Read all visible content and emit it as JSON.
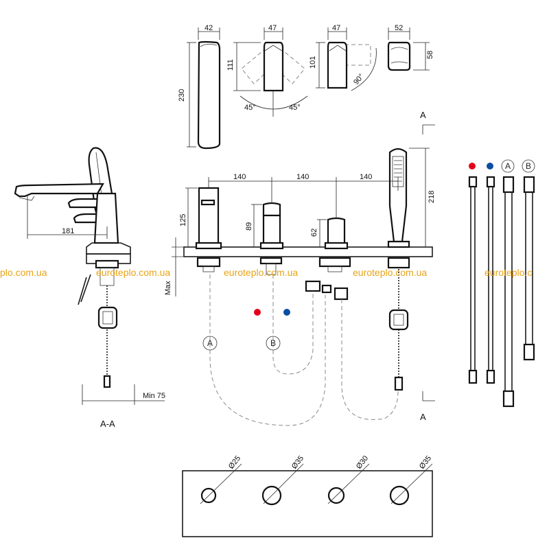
{
  "watermark": {
    "text_left": "plo.com.ua",
    "text": "euroteplo.com.ua",
    "text_right": "euroteplo.c",
    "color": "#e8a317"
  },
  "dimensions": {
    "spout_width": "42",
    "spout_height": "230",
    "lever_width": "47",
    "lever_height_1": "111",
    "angle_left": "45°",
    "angle_right": "45°",
    "lever2_width": "47",
    "lever2_height": "101",
    "angle_90": "90°",
    "diverter_width": "52",
    "diverter_height": "58",
    "spacing_1": "140",
    "spacing_2": "140",
    "spacing_3": "140",
    "spout_front_height": "125",
    "mixer_height": "89",
    "diverter_front_height": "62",
    "handshower_height": "218",
    "reach": "181",
    "max_label": "Max",
    "min_label": "Min 75",
    "hole_1": "Ø25",
    "hole_2": "Ø35",
    "hole_3": "Ø30",
    "hole_4": "Ø35"
  },
  "section": {
    "label": "A-A",
    "marker_top": "A",
    "marker_bottom": "A"
  },
  "markers": {
    "a": "A",
    "b": "B"
  },
  "colors": {
    "hot": "#e3001b",
    "cold": "#0a4ea2"
  }
}
